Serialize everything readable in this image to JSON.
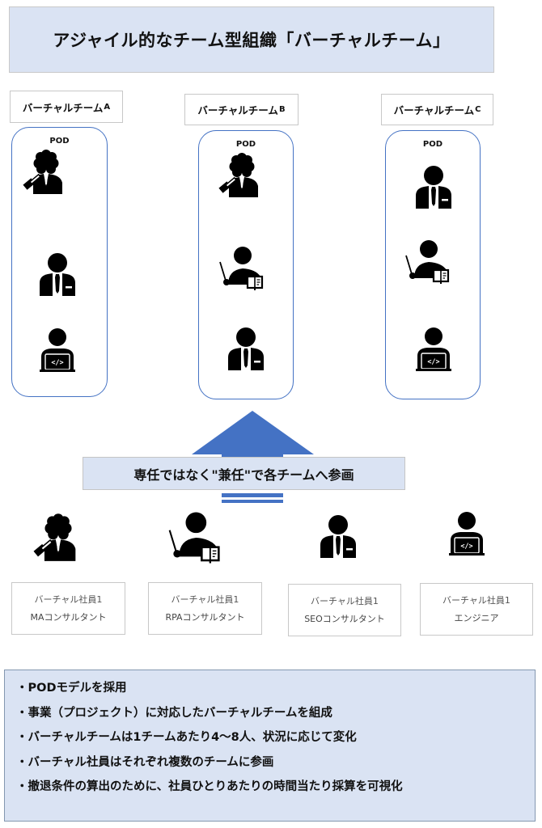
{
  "title": "アジャイル的なチーム型組織「バーチャルチーム」",
  "teams": [
    {
      "name": "バーチャルチーム",
      "suffix": "A",
      "pod_label": "POD",
      "members": [
        "judge-icon",
        "businessman-icon",
        "developer-icon"
      ]
    },
    {
      "name": "バーチャルチーム",
      "suffix": "B",
      "pod_label": "POD",
      "members": [
        "judge-icon",
        "teacher-icon",
        "businessman-icon"
      ]
    },
    {
      "name": "バーチャルチーム",
      "suffix": "C",
      "pod_label": "POD",
      "members": [
        "businessman-icon",
        "teacher-icon",
        "developer-icon"
      ]
    }
  ],
  "arrow": {
    "color": "#4472c4",
    "direction": "up"
  },
  "banner": "専任ではなく\"兼任\"で各チームへ参画",
  "employees": [
    {
      "icon": "judge-icon",
      "line1": "バーチャル社員1",
      "line2": "MAコンサルタント"
    },
    {
      "icon": "teacher-icon",
      "line1": "バーチャル社員1",
      "line2": "RPAコンサルタント"
    },
    {
      "icon": "businessman-icon",
      "line1": "バーチャル社員1",
      "line2": "SEOコンサルタント"
    },
    {
      "icon": "developer-icon",
      "line1": "バーチャル社員1",
      "line2": "エンジニア"
    }
  ],
  "notes": [
    "・PODモデルを採用",
    "・事業（プロジェクト）に対応したバーチャルチームを組成",
    "・バーチャルチームは1チームあたり4〜8人、状況に応じて変化",
    "・バーチャル社員はそれぞれ複数のチームに参画",
    "・撤退条件の算出のために、社員ひとりあたりの時間当たり採算を可視化"
  ],
  "colors": {
    "accent_blue": "#4472c4",
    "panel_fill": "#dae3f3",
    "notes_border": "#8497b0"
  }
}
